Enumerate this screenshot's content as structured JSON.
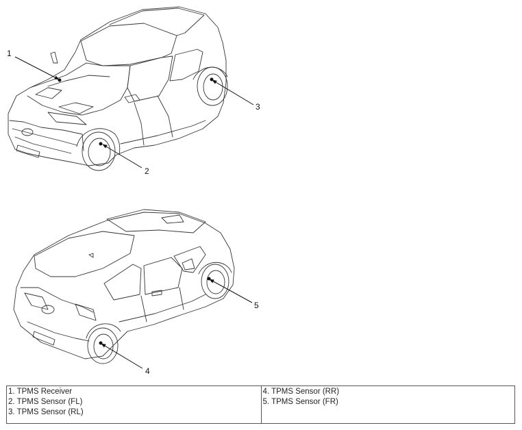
{
  "callouts": [
    "1",
    "2",
    "3",
    "4",
    "5"
  ],
  "legend": {
    "left_column": [
      "1. TPMS Receiver",
      "2. TPMS Sensor (FL)",
      "3. TPMS Sensor (RL)"
    ],
    "right_column": [
      "4. TPMS Sensor (RR)",
      "5. TPMS Sensor (FR)"
    ]
  }
}
